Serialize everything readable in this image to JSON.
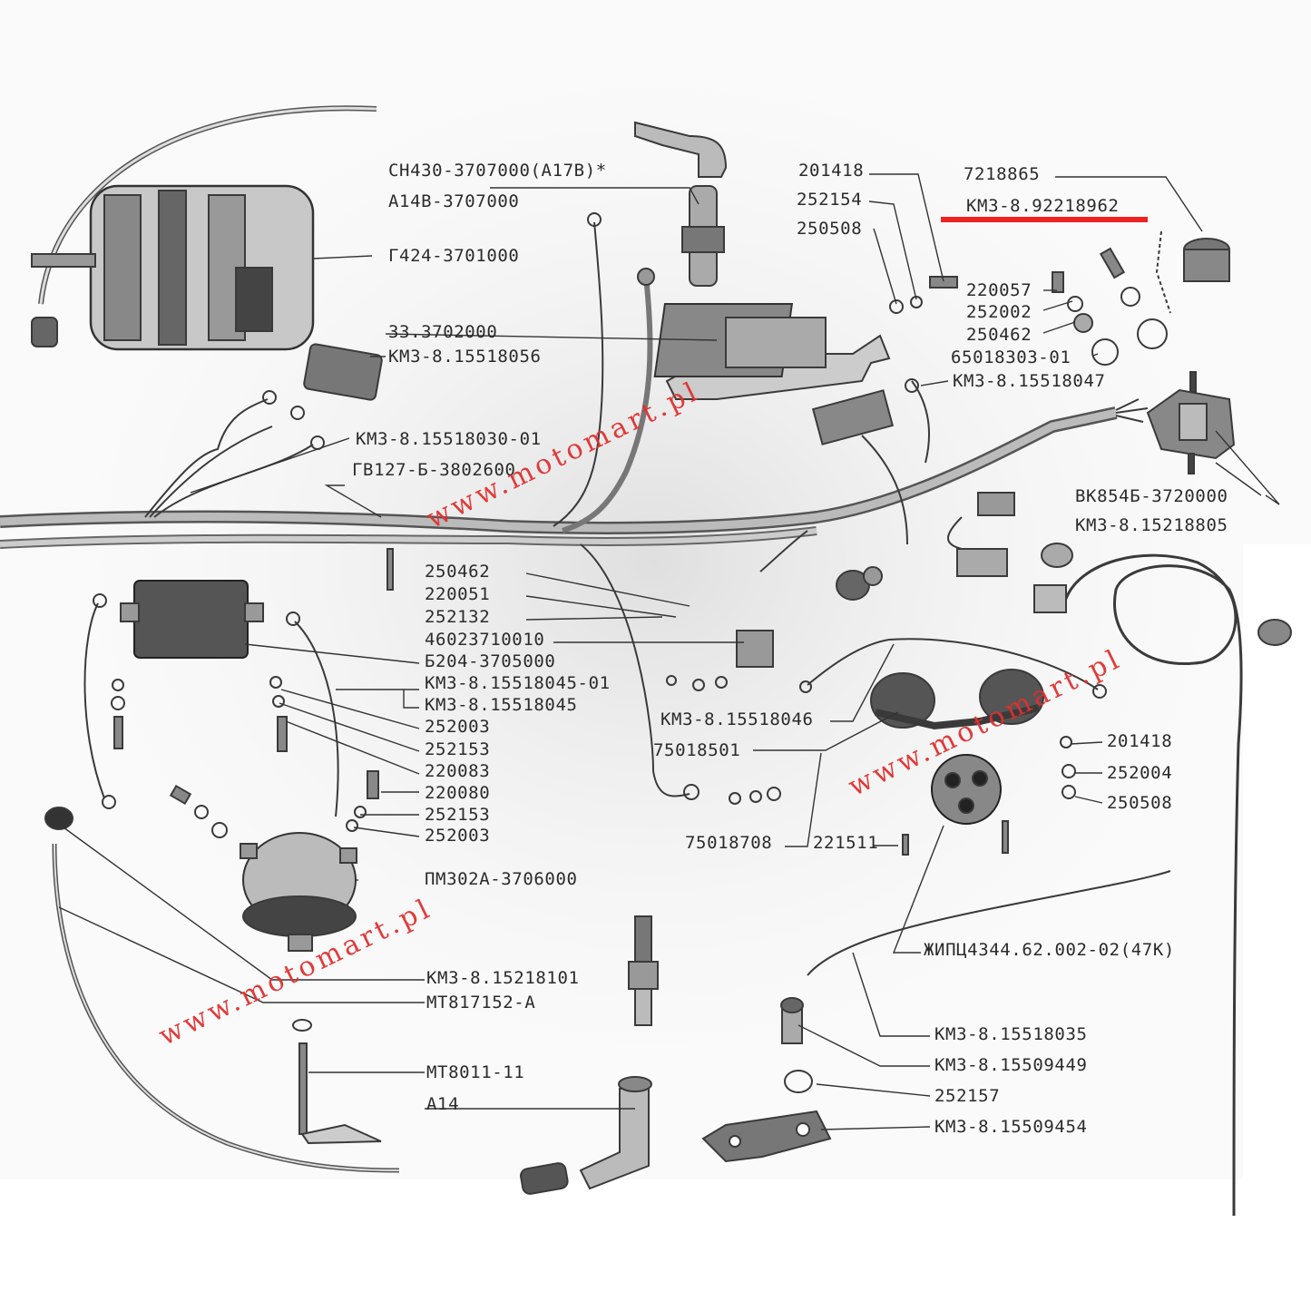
{
  "labels": {
    "l01": "СН430-3707000(А17В)*",
    "l02": "А14В-3707000",
    "l03": "Г424-3701000",
    "l04": "33.3702000",
    "l05": "КМЗ-8.15518056",
    "l06": "КМЗ-8.15518030-01",
    "l07": "ГВ127-Б-3802600",
    "l08": "201418",
    "l09": "252154",
    "l10": "250508",
    "l11": "7218865",
    "l12": "КМЗ-8.92218962",
    "l13": "220057",
    "l14": "252002",
    "l15": "250462",
    "l16": "65018303-01",
    "l17": "КМЗ-8.15518047",
    "l18": "ВК854Б-3720000",
    "l19": "КМЗ-8.15218805",
    "l20": "250462",
    "l21": "220051",
    "l22": "252132",
    "l23": "46023710010",
    "l24": "Б204-3705000",
    "l25": "КМЗ-8.15518045-01",
    "l26": "КМЗ-8.15518045",
    "l27": "252003",
    "l28": "252153",
    "l29": "220083",
    "l30": "220080",
    "l31": "252153",
    "l32": "252003",
    "l33": "КМЗ-8.15518046",
    "l34": "75018501",
    "l35": "75018708",
    "l36": "221511",
    "l37": "201418",
    "l38": "252004",
    "l39": "250508",
    "l40": "ПМ302А-3706000",
    "l41": "ЖИПЦ4344.62.002-02(47К)",
    "l42": "КМЗ-8.15218101",
    "l43": "МТ817152-А",
    "l44": "МТ8011-11",
    "l45": "А14",
    "l46": "КМЗ-8.15518035",
    "l47": "КМЗ-8.15509449",
    "l48": "252157",
    "l49": "КМЗ-8.15509454"
  },
  "watermark": {
    "text": "www.motomart.pl",
    "color": "#e03030"
  },
  "highlight": {
    "label": "КМЗ-8.92218962",
    "color": "#ee2222"
  }
}
